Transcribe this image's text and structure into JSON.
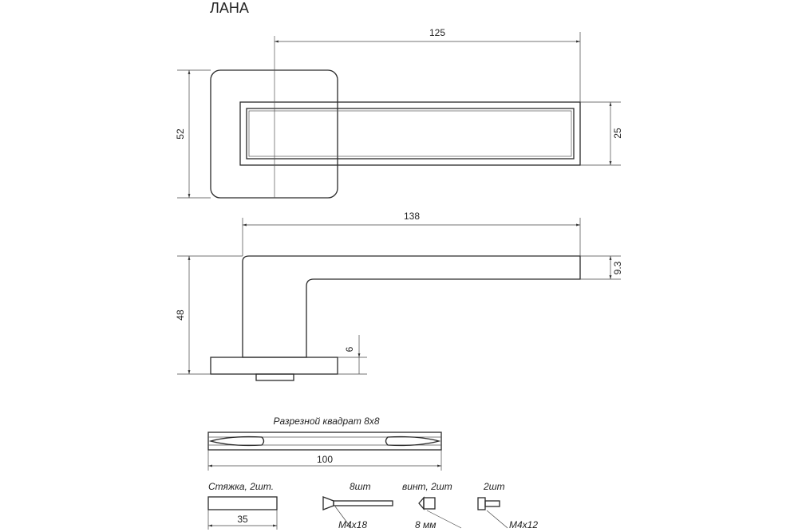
{
  "title": "ЛАНА",
  "dimensions": {
    "rosette_width": "125",
    "rosette_height": "52",
    "handle_width": "25",
    "side_length": "138",
    "side_height": "48",
    "lever_thickness": "9.3",
    "base_thickness": "6"
  },
  "spindle": {
    "caption": "Разрезной квадрат 8х8",
    "length": "100"
  },
  "parts": {
    "tie_caption": "Стяжка, 2шт.",
    "tie_length": "35",
    "screw_long_qty": "8шт",
    "screw_long_size": "М4х18",
    "set_screw_caption": "винт, 2шт",
    "set_screw_size": "8 мм",
    "screw_short_qty": "2шт",
    "screw_short_size": "М4х12"
  }
}
